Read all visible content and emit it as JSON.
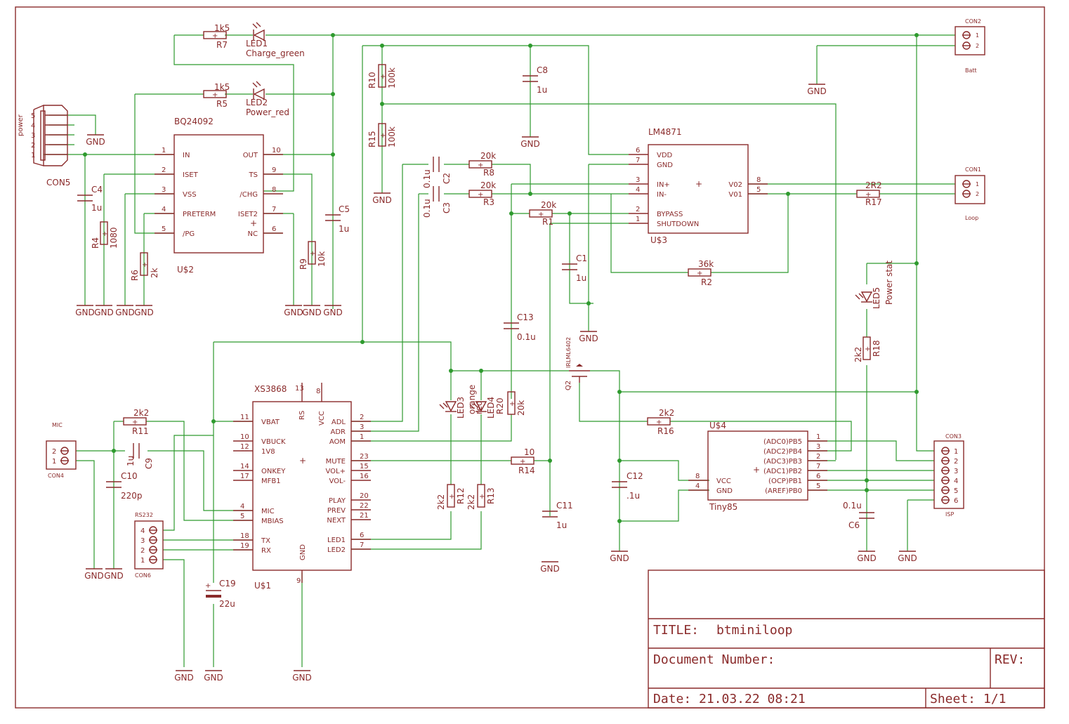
{
  "frame": {
    "title_label": "TITLE:",
    "title": "btminiloop",
    "document_number_label": "Document Number:",
    "rev_label": "REV:",
    "date_label": "Date:",
    "date": "21.03.22 08:21",
    "sheet_label": "Sheet:",
    "sheet": "1/1"
  },
  "chips": {
    "u2": {
      "name": "BQ24092",
      "ref": "U$2",
      "left_pins": [
        {
          "num": "1",
          "name": "IN"
        },
        {
          "num": "2",
          "name": "ISET"
        },
        {
          "num": "3",
          "name": "VSS"
        },
        {
          "num": "4",
          "name": "PRETERM"
        },
        {
          "num": "5",
          "name": "/PG"
        }
      ],
      "right_pins": [
        {
          "num": "10",
          "name": "OUT"
        },
        {
          "num": "9",
          "name": "TS"
        },
        {
          "num": "8",
          "name": "/CHG"
        },
        {
          "num": "7",
          "name": "ISET2"
        },
        {
          "num": "6",
          "name": "NC"
        }
      ]
    },
    "u3": {
      "name": "LM4871",
      "ref": "U$3",
      "left_pins": [
        {
          "num": "6",
          "name": "VDD"
        },
        {
          "num": "7",
          "name": "GND"
        },
        {
          "num": "3",
          "name": "IN+"
        },
        {
          "num": "4",
          "name": "IN-"
        },
        {
          "num": "2",
          "name": "BYPASS"
        },
        {
          "num": "1",
          "name": "SHUTDOWN"
        }
      ],
      "right_pins": [
        {
          "num": "8",
          "name": "V02"
        },
        {
          "num": "5",
          "name": "V01"
        }
      ]
    },
    "u1": {
      "name": "XS3868",
      "ref": "U$1",
      "top_pins": [
        {
          "num": "13",
          "name": "RS"
        },
        {
          "num": "8",
          "name": "VCC"
        }
      ],
      "bottom_pin": {
        "num": "9",
        "name": "GND"
      },
      "left_pins": [
        {
          "num": "11",
          "name": "VBAT"
        },
        {
          "num": "10",
          "name": "VBUCK"
        },
        {
          "num": "12",
          "name": "1V8"
        },
        {
          "num": "14",
          "name": "ONKEY"
        },
        {
          "num": "17",
          "name": "MFB1"
        },
        {
          "num": "4",
          "name": "MIC"
        },
        {
          "num": "5",
          "name": "MBIAS"
        },
        {
          "num": "18",
          "name": "TX"
        },
        {
          "num": "19",
          "name": "RX"
        }
      ],
      "right_pins": [
        {
          "num": "2",
          "name": "ADL"
        },
        {
          "num": "3",
          "name": "ADR"
        },
        {
          "num": "1",
          "name": "AOM"
        },
        {
          "num": "23",
          "name": "MUTE"
        },
        {
          "num": "15",
          "name": "VOL+"
        },
        {
          "num": "16",
          "name": "VOL-"
        },
        {
          "num": "20",
          "name": "PLAY"
        },
        {
          "num": "22",
          "name": "PREV"
        },
        {
          "num": "21",
          "name": "NEXT"
        },
        {
          "num": "6",
          "name": "LED1"
        },
        {
          "num": "7",
          "name": "LED2"
        }
      ]
    },
    "u4": {
      "name": "Tiny85",
      "ref": "U$4",
      "left_pins": [
        {
          "num": "8",
          "name": "VCC"
        },
        {
          "num": "4",
          "name": "GND"
        }
      ],
      "right_pins": [
        {
          "num": "1",
          "name": "(ADC0)PB5"
        },
        {
          "num": "3",
          "name": "(ADC2)PB4"
        },
        {
          "num": "2",
          "name": "(ADC3)PB3"
        },
        {
          "num": "7",
          "name": "(ADC1)PB2"
        },
        {
          "num": "6",
          "name": "(OCP)PB1"
        },
        {
          "num": "5",
          "name": "(AREF)PB0"
        }
      ]
    }
  },
  "resistors": {
    "r7": {
      "ref": "R7",
      "value": "1k5"
    },
    "r5": {
      "ref": "R5",
      "value": "1k5"
    },
    "r4": {
      "ref": "R4",
      "value": "1080"
    },
    "r6": {
      "ref": "R6",
      "value": "2k"
    },
    "r9": {
      "ref": "R9",
      "value": "10k"
    },
    "r10": {
      "ref": "R10",
      "value": "100k"
    },
    "r15": {
      "ref": "R15",
      "value": "100k"
    },
    "r8": {
      "ref": "R8",
      "value": "20k"
    },
    "r3": {
      "ref": "R3",
      "value": "20k"
    },
    "r1": {
      "ref": "R1",
      "value": "20k"
    },
    "r2": {
      "ref": "R2",
      "value": "36k"
    },
    "r17": {
      "ref": "R17",
      "value": "2R2"
    },
    "r18": {
      "ref": "R18",
      "value": "2k2"
    },
    "r16": {
      "ref": "R16",
      "value": "2k2"
    },
    "r11": {
      "ref": "R11",
      "value": "2k2"
    },
    "r12": {
      "ref": "R12",
      "value": "2k2"
    },
    "r13": {
      "ref": "R13",
      "value": "2k2"
    },
    "r20": {
      "ref": "R20",
      "value": "20k"
    },
    "r14": {
      "ref": "R14",
      "value": "10"
    }
  },
  "capacitors": {
    "c8": {
      "ref": "C8",
      "value": "1u"
    },
    "c4": {
      "ref": "C4",
      "value": "1u"
    },
    "c5": {
      "ref": "C5",
      "value": "1u"
    },
    "c2": {
      "ref": "C2",
      "value": "0.1u"
    },
    "c3": {
      "ref": "C3",
      "value": "0.1u"
    },
    "c1": {
      "ref": "C1",
      "value": "1u"
    },
    "c13": {
      "ref": "C13",
      "value": "0.1u"
    },
    "c9": {
      "ref": "C9",
      "value": "1u"
    },
    "c10": {
      "ref": "C10",
      "value": "220p"
    },
    "c11": {
      "ref": "C11",
      "value": "1u"
    },
    "c12": {
      "ref": "C12",
      "value": ".1u"
    },
    "c6": {
      "ref": "C6",
      "value": "0.1u"
    },
    "c19": {
      "ref": "C19",
      "value": "22u"
    }
  },
  "leds": {
    "led1": {
      "ref": "LED1",
      "label": "Charge_green"
    },
    "led2": {
      "ref": "LED2",
      "label": "Power_red"
    },
    "led3": {
      "ref": "LED3",
      "label": "orange"
    },
    "led4": {
      "ref": "LED4",
      "label": "red"
    },
    "led5": {
      "ref": "LED5",
      "label": "Power stat"
    }
  },
  "transistor": {
    "ref": "Q2",
    "part": "IRLML6402"
  },
  "connectors": {
    "con2": {
      "ref": "CON2",
      "name": "Batt",
      "pins": [
        "1",
        "2"
      ]
    },
    "con1": {
      "ref": "CON1",
      "name": "Loop",
      "pins": [
        "1",
        "2"
      ]
    },
    "con3": {
      "ref": "CON3",
      "name": "ISP",
      "pins": [
        "1",
        "2",
        "3",
        "4",
        "5",
        "6"
      ]
    },
    "con4": {
      "ref": "CON4",
      "name": "MIC",
      "pins": [
        "2",
        "1"
      ]
    },
    "con6": {
      "ref": "CON6",
      "name": "RS232",
      "pins": [
        "4",
        "3",
        "2",
        "1"
      ]
    },
    "con5": {
      "ref": "CON5",
      "name": "power",
      "pins": [
        "5",
        "4",
        "3",
        "2",
        "1"
      ]
    }
  },
  "gnd_label": "GND"
}
